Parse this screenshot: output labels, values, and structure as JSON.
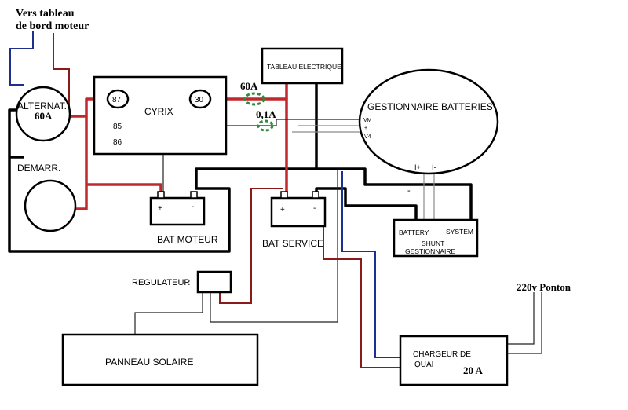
{
  "colors": {
    "power_positive": "#c0282b",
    "ground": "#000000",
    "fuse": "#2e8b3a",
    "dash_wire": "#1f2f8f",
    "charger_positive": "#8b1a1a"
  },
  "labels": {
    "dashboard_line1": "Vers tableau",
    "dashboard_line2": "de bord moteur",
    "alternator_line1": "ALTERNAT.",
    "alternator_line2": "60A",
    "starter": "DEMARR.",
    "cyrix": "CYRIX",
    "terminal_87": "87",
    "terminal_30": "30",
    "terminal_85": "85",
    "terminal_86": "86",
    "fuse_60": "60A",
    "fuse_01": "0,1A",
    "panel": "TABLEAU ELECTRIQUE",
    "battery_manager": "GESTIONNAIRE BATTERIES",
    "vm": "VM",
    "plus": "+",
    "minus": "-",
    "v4": "V4",
    "i_plus": "I+",
    "i_minus": "I-",
    "bat_engine": "BAT MOTEUR",
    "bat_service": "BAT SERVICE",
    "shunt_battery": "BATTERY",
    "shunt_system": "SYSTEM",
    "shunt_line1": "SHUNT",
    "shunt_line2": "GESTIONNAIRE",
    "regulator": "REGULATEUR",
    "solar_panel": "PANNEAU SOLAIRE",
    "charger_line1": "CHARGEUR DE",
    "charger_line2": "QUAI",
    "charger_rating": "20 A",
    "shore_power": "220v Ponton"
  }
}
